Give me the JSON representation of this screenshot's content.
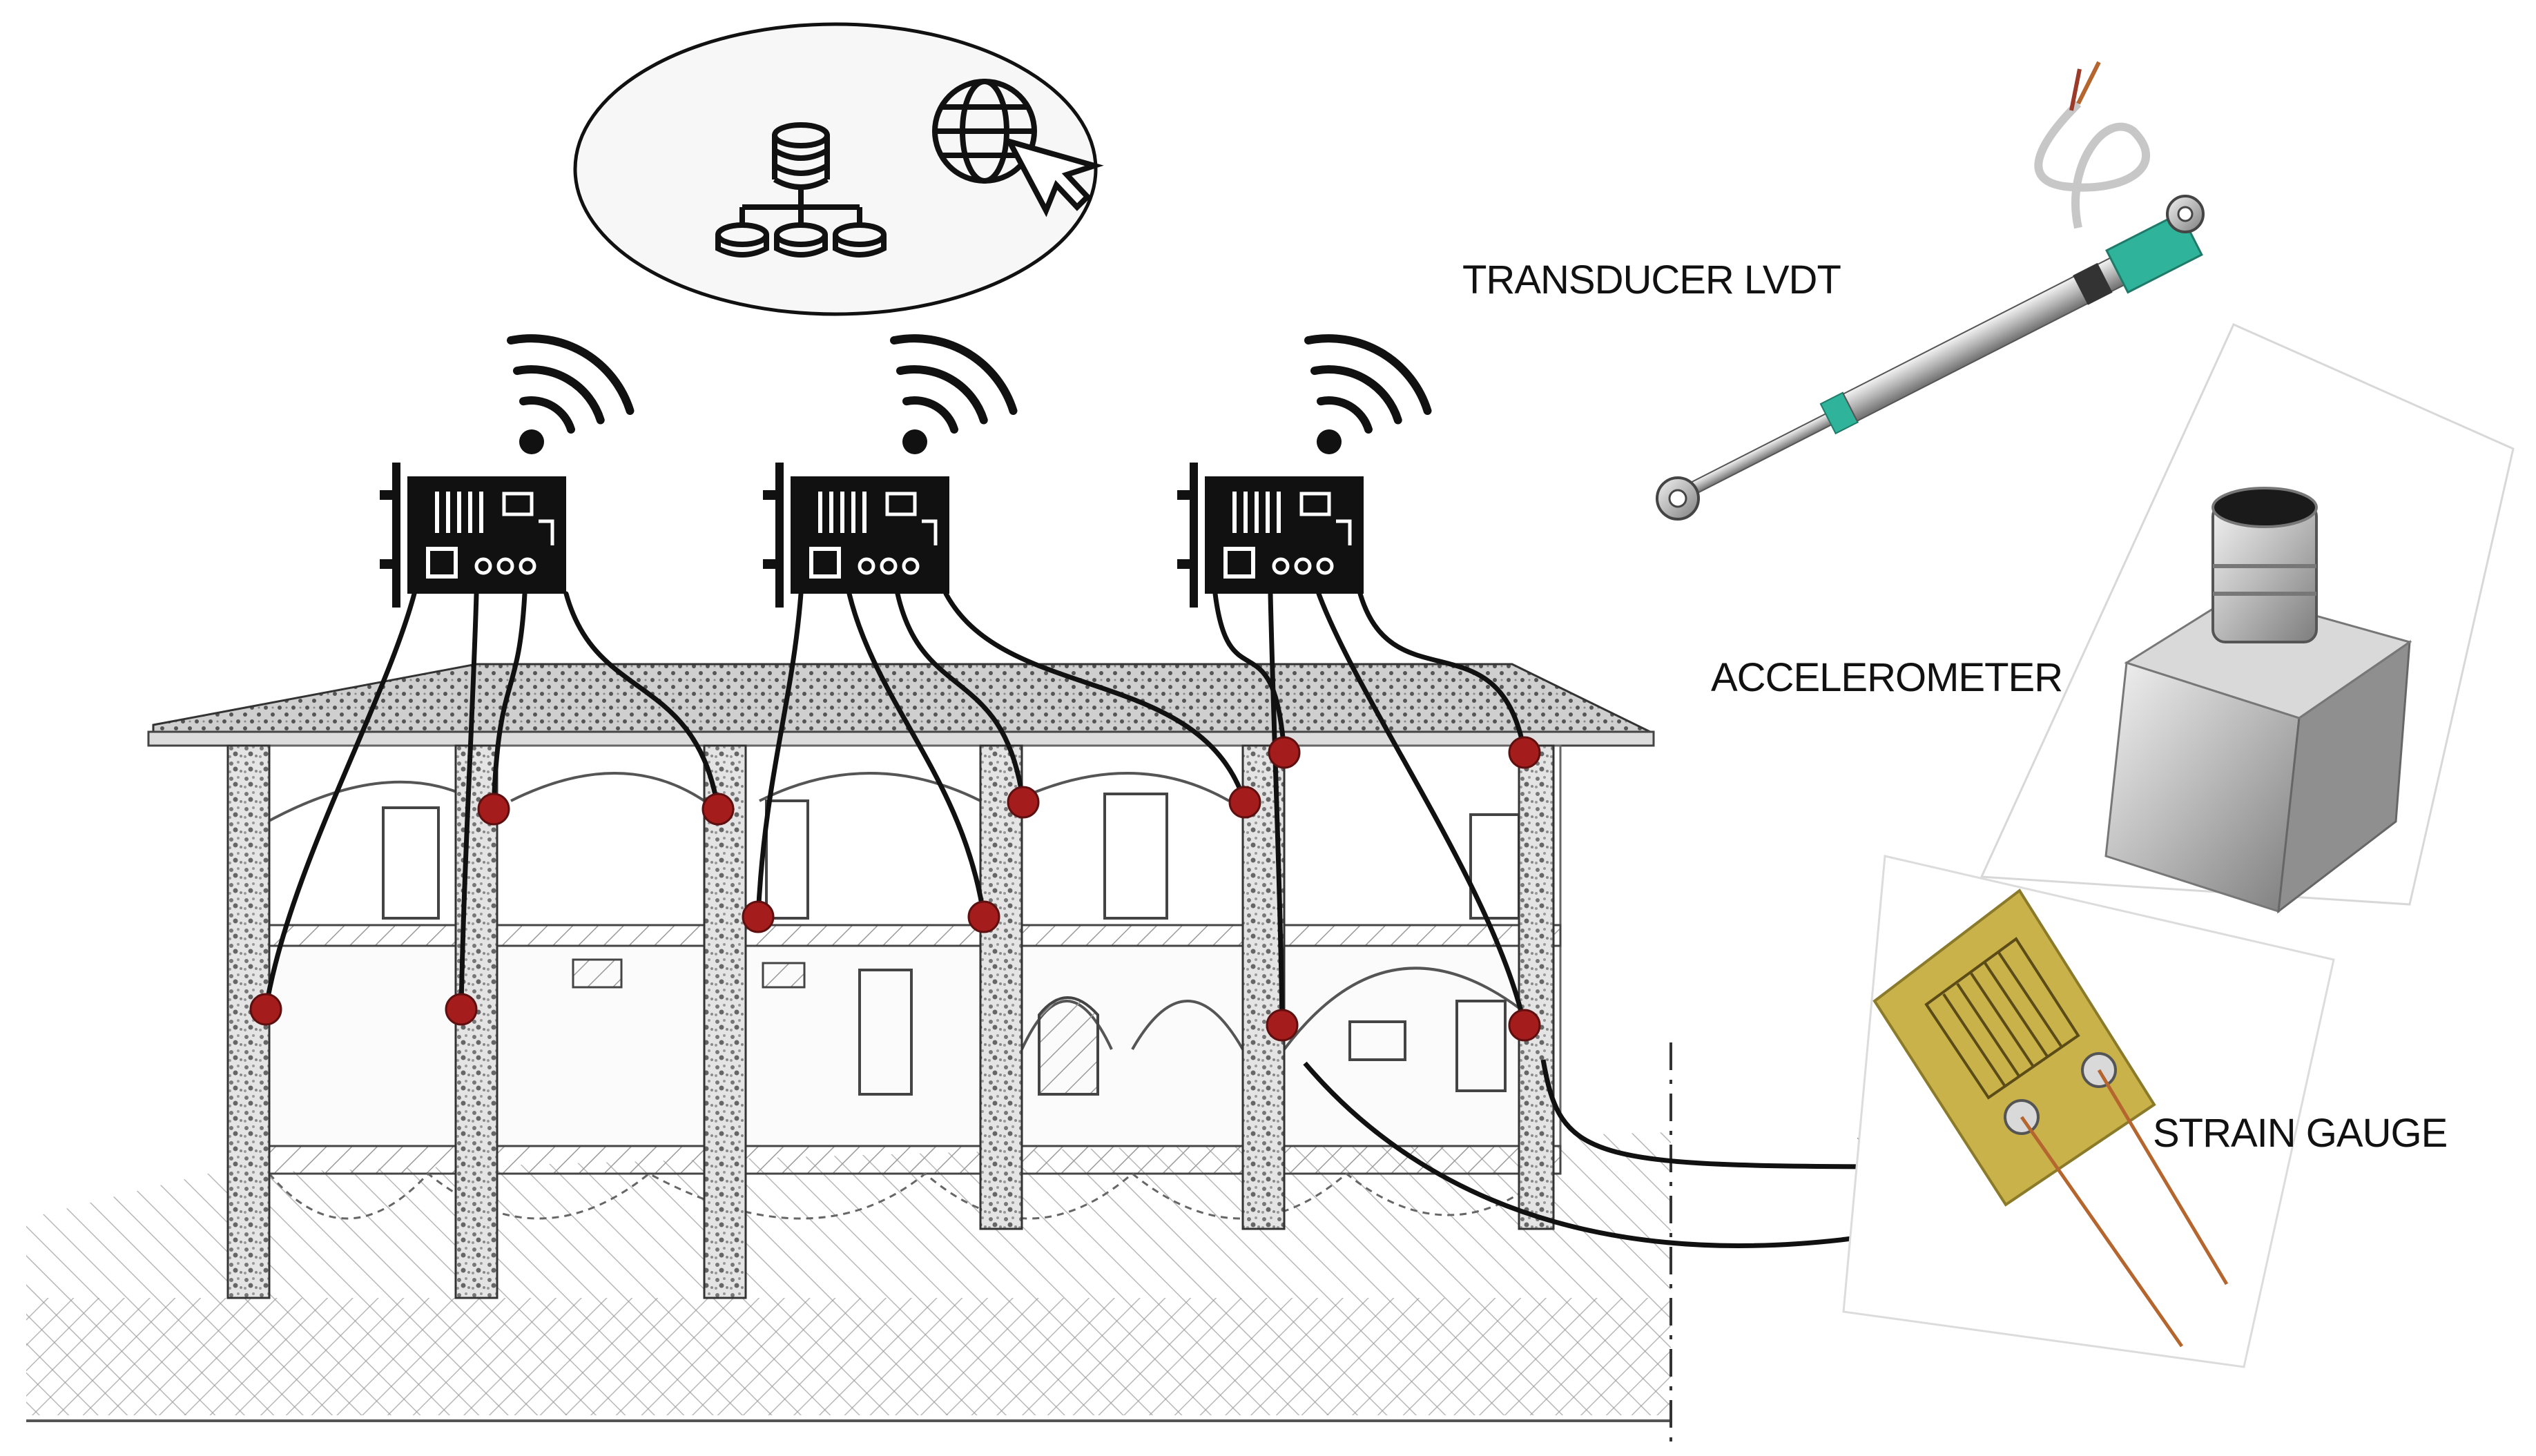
{
  "labels": {
    "lvdt": "TRANSDUCER LVDT",
    "accelerometer": "ACCELEROMETER",
    "strain_gauge": "STRAIN GAUGE"
  },
  "colors": {
    "sensor_node": "#a51c1c",
    "wire": "#111111",
    "board": "#111111",
    "background": "#ffffff",
    "lvdt_accent": "#2fb39a",
    "strain_pad": "#c9b24a",
    "copper": "#b5652e"
  },
  "icons": {
    "cloud": [
      "database-tree-icon",
      "globe-cursor-icon"
    ],
    "gateway": [
      "wifi-icon",
      "circuit-board-icon"
    ]
  },
  "sensor_node_count": 12,
  "gateway_count": 3
}
